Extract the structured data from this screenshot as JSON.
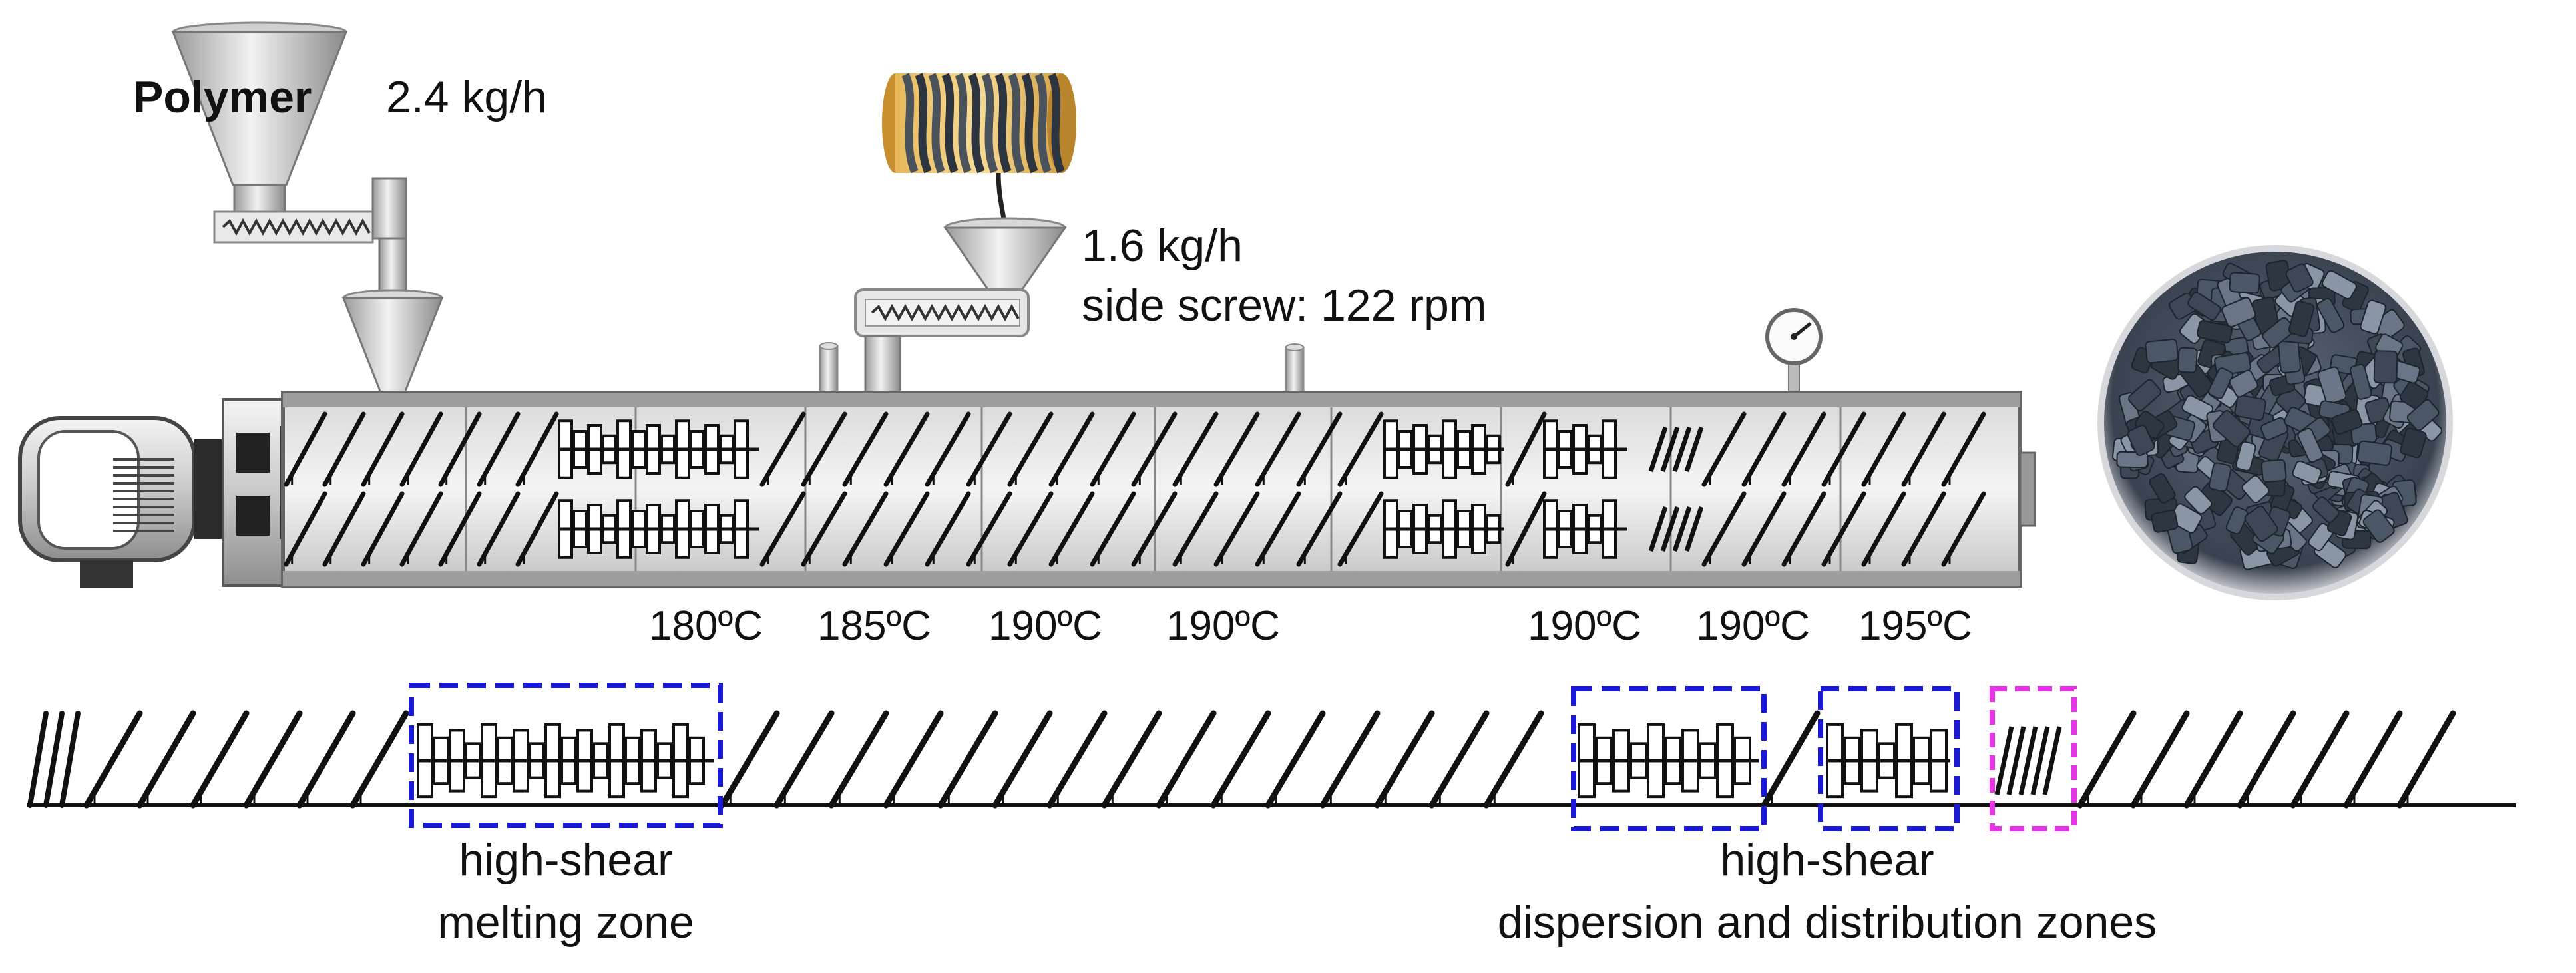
{
  "feeds": {
    "polymer": {
      "name": "Polymer",
      "rate": "2.4 kg/h"
    },
    "side": {
      "rate": "1.6 kg/h",
      "screw": "side screw: 122 rpm"
    }
  },
  "temperatures": [
    "180ºC",
    "185ºC",
    "190ºC",
    "190ºC",
    "190ºC",
    "190ºC",
    "195ºC"
  ],
  "zones": {
    "melting": {
      "line1": "high-shear",
      "line2": "melting zone"
    },
    "dispersion": {
      "line1": "high-shear",
      "line2": "dispersion and distribution zones"
    }
  },
  "colors": {
    "steel_light": "#e6e6e6",
    "steel_mid": "#b8b8b8",
    "steel_dark": "#6f6f6f",
    "zone_box_blue": "#1a1ad6",
    "zone_box_magenta": "#e633e6",
    "pellet": "#3d4756"
  },
  "icons": [
    "motor-icon",
    "hopper-icon",
    "feeder-screw-icon",
    "pressure-gauge-icon",
    "fiber-spool-icon",
    "pellets-photo-icon"
  ]
}
